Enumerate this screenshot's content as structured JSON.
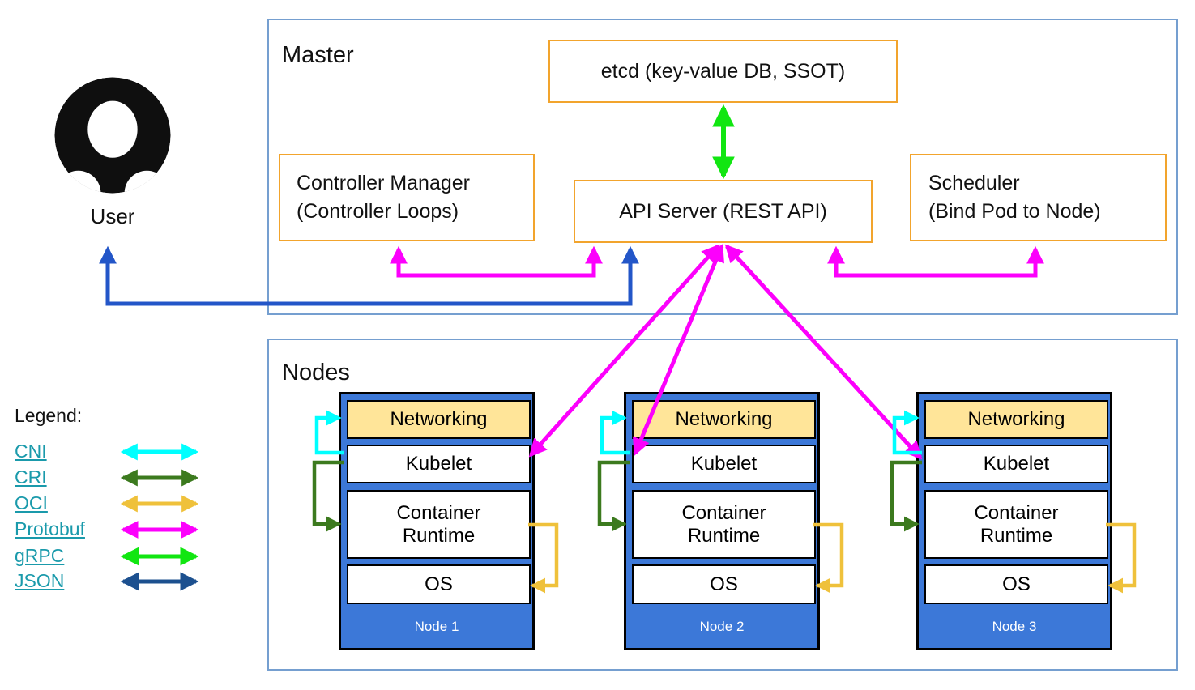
{
  "user": {
    "label": "User"
  },
  "master": {
    "label": "Master",
    "etcd_label": "etcd (key-value DB, SSOT)",
    "api_server_label": "API Server (REST API)",
    "controller_manager_line1": "Controller Manager",
    "controller_manager_line2": "(Controller Loops)",
    "scheduler_line1": "Scheduler",
    "scheduler_line2": "(Bind Pod to Node)"
  },
  "nodes_section": {
    "label": "Nodes",
    "nodes": [
      {
        "name": "Node 1",
        "layers": {
          "networking": "Networking",
          "kubelet": "Kubelet",
          "container_runtime": "Container Runtime",
          "os": "OS"
        }
      },
      {
        "name": "Node 2",
        "layers": {
          "networking": "Networking",
          "kubelet": "Kubelet",
          "container_runtime": "Container Runtime",
          "os": "OS"
        }
      },
      {
        "name": "Node 3",
        "layers": {
          "networking": "Networking",
          "kubelet": "Kubelet",
          "container_runtime": "Container Runtime",
          "os": "OS"
        }
      }
    ]
  },
  "legend": {
    "title": "Legend:",
    "items": [
      {
        "label": "CNI",
        "color": "#00ffff"
      },
      {
        "label": "CRI",
        "color": "#3c7a1e"
      },
      {
        "label": "OCI",
        "color": "#efc13b"
      },
      {
        "label": "Protobuf",
        "color": "#fc00fc"
      },
      {
        "label": "gRPC",
        "color": "#11e611"
      },
      {
        "label": "JSON",
        "color": "#1c508f"
      }
    ]
  },
  "connections": [
    {
      "from": "etcd",
      "to": "API Server",
      "protocol": "gRPC"
    },
    {
      "from": "Controller Manager",
      "to": "API Server",
      "protocol": "Protobuf"
    },
    {
      "from": "API Server",
      "to": "Scheduler",
      "protocol": "Protobuf"
    },
    {
      "from": "User",
      "to": "API Server",
      "protocol": "JSON"
    },
    {
      "from": "API Server",
      "to": "Kubelet (Node 1)",
      "protocol": "Protobuf"
    },
    {
      "from": "API Server",
      "to": "Kubelet (Node 2)",
      "protocol": "Protobuf"
    },
    {
      "from": "API Server",
      "to": "Kubelet (Node 3)",
      "protocol": "Protobuf"
    },
    {
      "from": "Networking",
      "to": "Kubelet",
      "protocol": "CNI"
    },
    {
      "from": "Kubelet",
      "to": "Container Runtime",
      "protocol": "CRI"
    },
    {
      "from": "Container Runtime",
      "to": "OS",
      "protocol": "OCI"
    }
  ],
  "colors": {
    "cni": "#00ffff",
    "cri": "#3c7a1e",
    "oci": "#efc13b",
    "protobuf": "#fc00fc",
    "grpc": "#11e611",
    "json": "#1c508f",
    "user_arrow": "#2356c8",
    "orange_box_border": "#f2a42d",
    "frame_border": "#759fd0",
    "node_fill": "#3c78d8",
    "networking_fill": "#ffe599",
    "legend_link": "#1a9aab"
  }
}
